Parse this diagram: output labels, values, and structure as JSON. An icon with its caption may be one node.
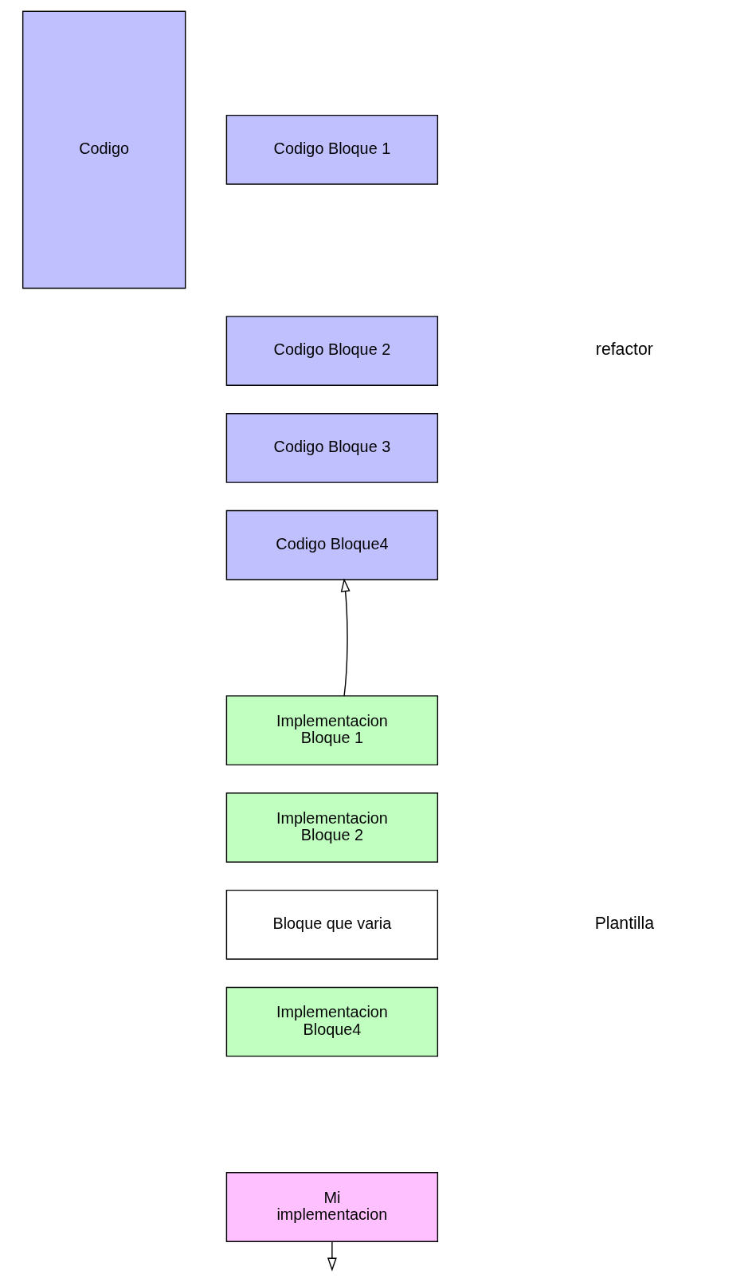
{
  "diagram": {
    "nodes": [
      {
        "text": [
          "Codigo"
        ]
      },
      {
        "text": [
          "Codigo Bloque 1"
        ]
      },
      {
        "text": [
          "Codigo Bloque 2"
        ]
      },
      {
        "text": [
          "Codigo Bloque 3"
        ]
      },
      {
        "text": [
          "Codigo Bloque4"
        ]
      },
      {
        "text": [
          "Implementacion Bloque 1"
        ]
      },
      {
        "text": [
          "Implementacion Bloque 2"
        ]
      },
      {
        "text": [
          "Bloque que varia"
        ]
      },
      {
        "text": [
          "Implementacion Bloque4"
        ]
      },
      {
        "text": [
          "Mi implementacion"
        ]
      }
    ],
    "edges": [
      {
        "from": 5,
        "to": 4,
        "arrow": "to"
      },
      {
        "from": 9,
        "to": null,
        "arrow": "to"
      }
    ],
    "labels": [
      "refactor",
      "Plantilla"
    ]
  }
}
